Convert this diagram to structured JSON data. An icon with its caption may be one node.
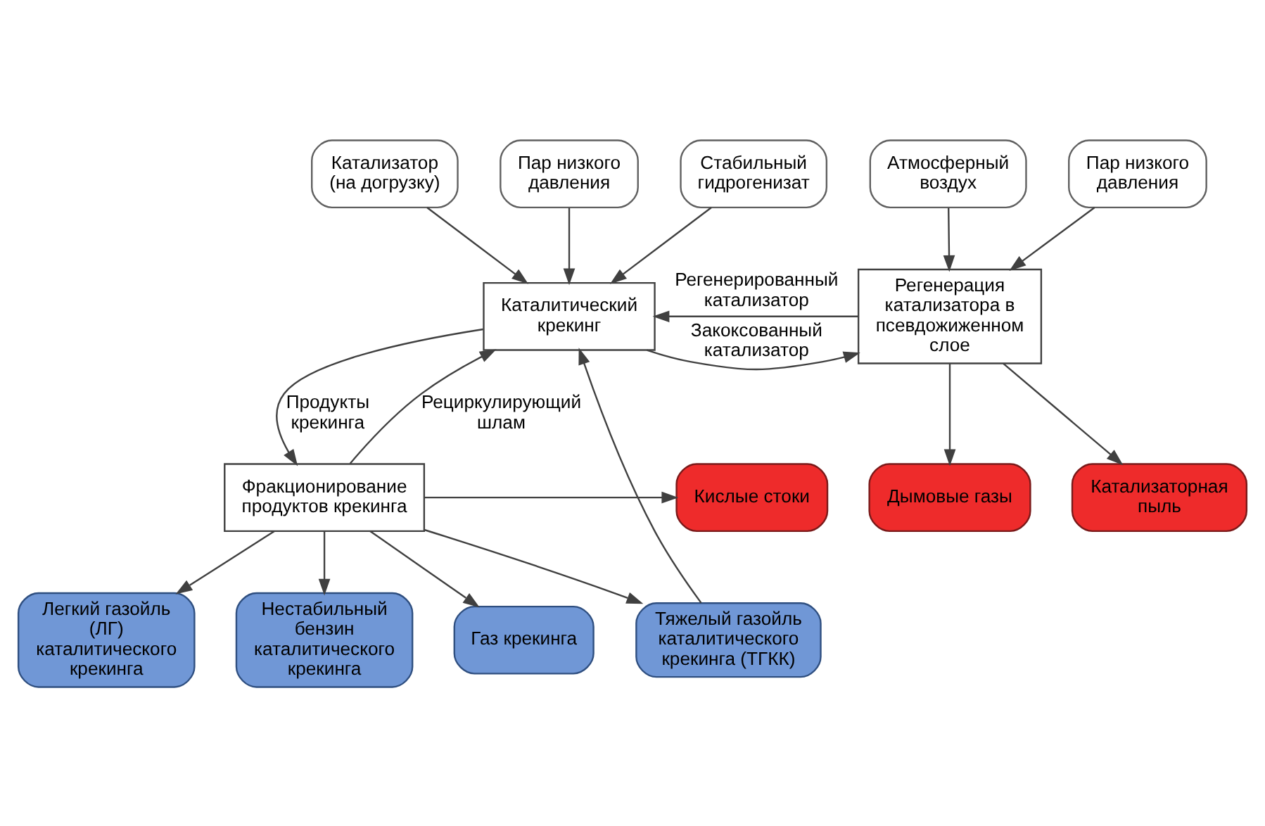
{
  "diagram": {
    "nodes": [
      {
        "text": [
          "Стабильный гидрогенизат"
        ]
      },
      {
        "text": [
          "Катализатор (на догрузку)"
        ]
      },
      {
        "text": [
          "Пар низкого давления"
        ]
      },
      {
        "text": [
          "Каталитический крекинг"
        ]
      },
      {
        "text": [
          "Регенерация катализатора в псевдожиженном слое"
        ]
      },
      {
        "text": [
          "Пар низкого давления"
        ]
      },
      {
        "text": [
          "Атмосферный воздух"
        ]
      },
      {
        "text": [
          "Дымовые газы"
        ]
      },
      {
        "text": [
          "Катализаторная пыль"
        ]
      },
      {
        "text": [
          "Фракционирование продуктов крекинга"
        ]
      },
      {
        "text": [
          "Тяжелый газойль каталитического крекинга (ТГКК)"
        ]
      },
      {
        "text": [
          "Кислые стоки"
        ]
      },
      {
        "text": [
          "Легкий газойль (ЛГ) каталитического крекинга"
        ]
      },
      {
        "text": [
          "Нестабильный бензин каталитического крекинга"
        ]
      },
      {
        "text": [
          "Газ крекинга"
        ]
      }
    ],
    "edges": [
      {
        "from": 0,
        "to": 3,
        "arrow": "to"
      },
      {
        "from": 1,
        "to": 3,
        "arrow": "to"
      },
      {
        "from": 2,
        "to": 3,
        "arrow": "to"
      },
      {
        "from": 3,
        "to": 4,
        "arrow": "to",
        "label": "Закоксованный катализатор"
      },
      {
        "from": 4,
        "to": 3,
        "arrow": "to",
        "label": "Регенерированный катализатор"
      },
      {
        "from": 5,
        "to": 4,
        "arrow": "to"
      },
      {
        "from": 6,
        "to": 4,
        "arrow": "to"
      },
      {
        "from": 4,
        "to": 7,
        "arrow": "to"
      },
      {
        "from": 4,
        "to": 8,
        "arrow": "to"
      },
      {
        "from": 3,
        "to": 9,
        "arrow": "to",
        "label": "Продукты крекинга"
      },
      {
        "from": 9,
        "to": 3,
        "arrow": "to",
        "label": "Рециркулирующий шлам"
      },
      {
        "from": 10,
        "to": 3,
        "arrow": "to"
      },
      {
        "from": 9,
        "to": 10,
        "arrow": "to"
      },
      {
        "from": 9,
        "to": 11,
        "arrow": "to"
      },
      {
        "from": 9,
        "to": 12,
        "arrow": "to"
      },
      {
        "from": 9,
        "to": 13,
        "arrow": "to"
      },
      {
        "from": 9,
        "to": 14,
        "arrow": "to"
      }
    ]
  }
}
